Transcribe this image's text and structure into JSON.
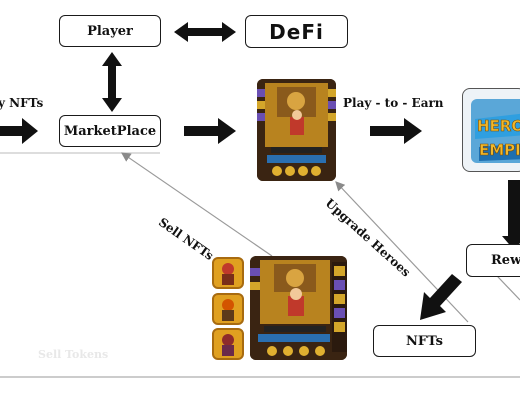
{
  "nodes": {
    "player": "Player",
    "defi": "DeFi",
    "marketplace": "MarketPlace",
    "nfts": "NFTs",
    "rewards": "Rewa"
  },
  "edge_labels": {
    "buy_nfts": "y NFTs",
    "play_to_earn": "Play - to - Earn",
    "sell_nfts": "Sell NFTs",
    "upgrade_heroes": "Upgrade Heroes",
    "sell_tokens": "Sell Tokens"
  },
  "logo": {
    "line1": "HERO",
    "line2": "EMPI"
  },
  "colors": {
    "arrow": "#111111",
    "thin_arrow": "#9a9a9a",
    "game_bg": "#b8831f",
    "game_dark": "#3a2412",
    "logo_gold": "#f1b82a",
    "logo_blue": "#2f9fe0"
  }
}
